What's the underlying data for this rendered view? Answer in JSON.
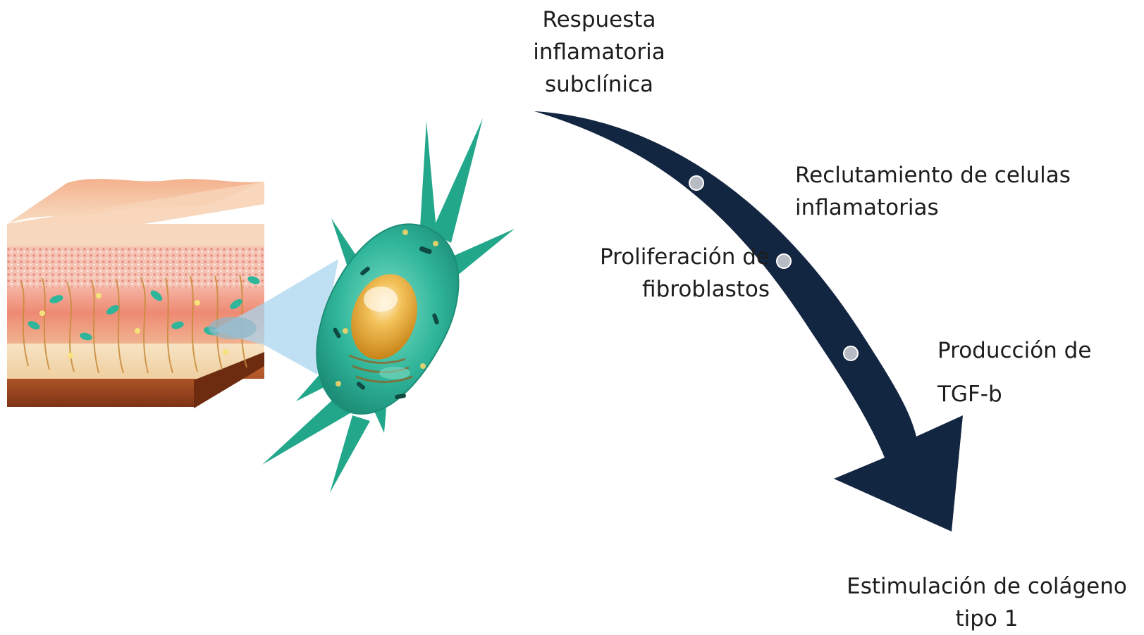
{
  "labels": {
    "respuesta": [
      "Respuesta",
      "inflamatoria",
      "subclínica"
    ],
    "reclutamiento": [
      "Reclutamiento de celulas",
      "inflamatorias"
    ],
    "proliferacion": [
      "Proliferación de",
      "fibroblastos"
    ],
    "produccion": [
      "Producción de",
      "TGF-b"
    ],
    "estimulacion": [
      "Estimulación de colágeno",
      "tipo 1"
    ]
  },
  "colors": {
    "arrow": "#132641",
    "arrow_dot": "#b7bcc4",
    "fibroblast": "#2fb59a",
    "nucleus": "#e8a726",
    "skin_surface": "#f6cfae",
    "dermis": "#ee8a73",
    "subcutis": "#a24a22",
    "zoom_cone": "#a9d6ee"
  },
  "icons": [
    "skin-cross-section",
    "fibroblast-cell",
    "curved-process-arrow"
  ]
}
